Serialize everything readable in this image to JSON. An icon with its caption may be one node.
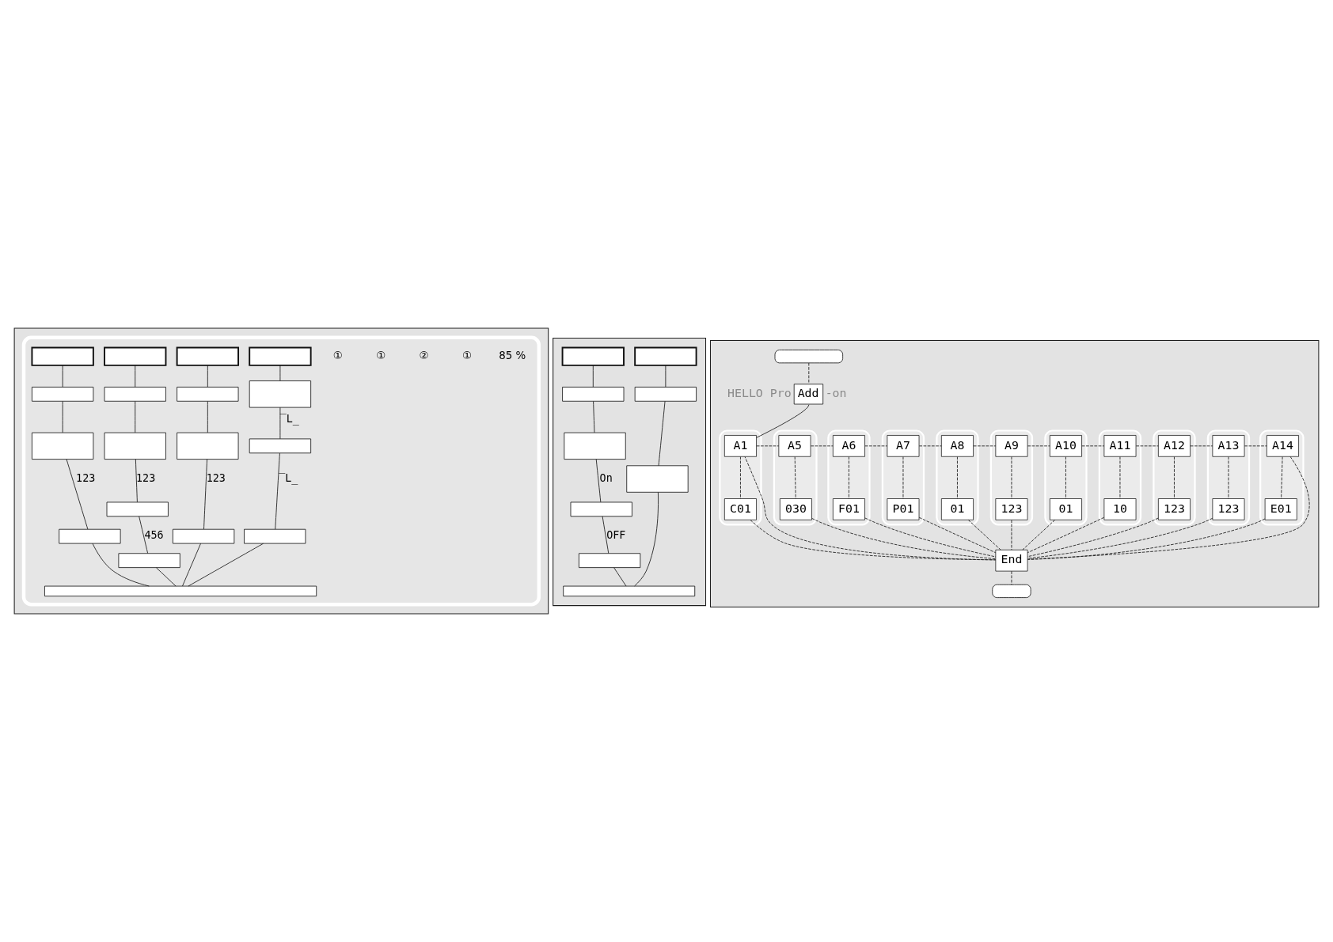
{
  "diagram": {
    "nodes": [
      {
        "text": [],
        "shape": "box"
      },
      {
        "text": [],
        "shape": "box",
        "in": 0
      },
      {
        "text": [],
        "shape": "box",
        "in": 1
      },
      {
        "text": [],
        "shape": "box",
        "in": 1
      },
      {
        "text": [],
        "shape": "box",
        "in": 1
      },
      {
        "text": [],
        "shape": "box",
        "in": 1
      },
      {
        "text": [],
        "shape": "box",
        "in": 1
      },
      {
        "text": [],
        "shape": "box",
        "in": 1
      },
      {
        "text": [],
        "shape": "box",
        "in": 1
      },
      {
        "text": [],
        "shape": "box",
        "in": 1
      },
      {
        "text": [],
        "shape": "box",
        "in": 1
      },
      {
        "text": [],
        "shape": "box",
        "in": 1
      },
      {
        "text": [],
        "shape": "box",
        "in": 1
      },
      {
        "text": [],
        "shape": "box",
        "in": 1
      },
      {
        "text": [],
        "shape": "box",
        "in": 1
      },
      {
        "text": [],
        "shape": "box",
        "in": 1
      },
      {
        "text": [],
        "shape": "box",
        "in": 1
      },
      {
        "text": [],
        "shape": "box",
        "in": 1
      },
      {
        "text": [],
        "shape": "box",
        "in": 1
      },
      {
        "text": [],
        "shape": "box",
        "in": 1
      },
      {
        "text": [],
        "shape": "box"
      },
      {
        "text": [],
        "shape": "box",
        "in": 20
      },
      {
        "text": [],
        "shape": "box",
        "in": 20
      },
      {
        "text": [],
        "shape": "box",
        "in": 20
      },
      {
        "text": [],
        "shape": "box",
        "in": 20
      },
      {
        "text": [],
        "shape": "box",
        "in": 20
      },
      {
        "text": [],
        "shape": "box",
        "in": 20
      },
      {
        "text": [],
        "shape": "box",
        "in": 20
      },
      {
        "text": [],
        "shape": "box",
        "in": 20
      },
      {
        "text": [],
        "shape": "box",
        "in": 20
      },
      {
        "text": [],
        "shape": "box"
      },
      {
        "text": [],
        "shape": "pill",
        "in": 30
      },
      {
        "text": [
          "Add"
        ],
        "beside": [
          "HELLO Pro",
          "-on"
        ],
        "in": 30
      },
      {
        "text": [],
        "shape": "box",
        "in": 30
      },
      {
        "text": [
          "A1"
        ],
        "in": 33
      },
      {
        "text": [
          "C01"
        ],
        "in": 33
      },
      {
        "text": [],
        "shape": "box",
        "in": 30
      },
      {
        "text": [
          "A5"
        ],
        "in": 36
      },
      {
        "text": [
          "030"
        ],
        "in": 36
      },
      {
        "text": [],
        "shape": "box",
        "in": 30
      },
      {
        "text": [
          "A6"
        ],
        "in": 39
      },
      {
        "text": [
          "F01"
        ],
        "in": 39
      },
      {
        "text": [],
        "shape": "box",
        "in": 30
      },
      {
        "text": [
          "A7"
        ],
        "in": 42
      },
      {
        "text": [
          "P01"
        ],
        "in": 42
      },
      {
        "text": [],
        "shape": "box",
        "in": 30
      },
      {
        "text": [
          "A8"
        ],
        "in": 45
      },
      {
        "text": [
          "01"
        ],
        "in": 45
      },
      {
        "text": [],
        "shape": "box",
        "in": 30
      },
      {
        "text": [
          "A9"
        ],
        "in": 48
      },
      {
        "text": [
          "123"
        ],
        "in": 48
      },
      {
        "text": [],
        "shape": "box",
        "in": 30
      },
      {
        "text": [
          "A10"
        ],
        "in": 51
      },
      {
        "text": [
          "01"
        ],
        "in": 51
      },
      {
        "text": [],
        "shape": "box",
        "in": 30
      },
      {
        "text": [
          "A11"
        ],
        "in": 54
      },
      {
        "text": [
          "10"
        ],
        "in": 54
      },
      {
        "text": [],
        "shape": "box",
        "in": 30
      },
      {
        "text": [
          "A12"
        ],
        "in": 57
      },
      {
        "text": [
          "123"
        ],
        "in": 57
      },
      {
        "text": [],
        "shape": "box",
        "in": 30
      },
      {
        "text": [
          "A13"
        ],
        "in": 60
      },
      {
        "text": [
          "123"
        ],
        "in": 60
      },
      {
        "text": [],
        "shape": "box",
        "in": 30
      },
      {
        "text": [
          "A14"
        ],
        "in": 63
      },
      {
        "text": [
          "E01"
        ],
        "in": 63
      },
      {
        "text": [
          "End"
        ],
        "in": 30
      },
      {
        "text": [],
        "shape": "pill",
        "in": 30
      }
    ],
    "edges": [
      {
        "from": 2,
        "to": 3,
        "arrow": "none"
      },
      {
        "from": 3,
        "to": 4,
        "arrow": "none"
      },
      {
        "from": 4,
        "to": 5,
        "arrow": "none",
        "label": "123"
      },
      {
        "from": 5,
        "to": 19,
        "arrow": "none"
      },
      {
        "from": 6,
        "to": 7,
        "arrow": "none"
      },
      {
        "from": 7,
        "to": 8,
        "arrow": "none"
      },
      {
        "from": 8,
        "to": 9,
        "arrow": "none",
        "label": "123"
      },
      {
        "from": 9,
        "to": 10,
        "arrow": "none",
        "label": "456"
      },
      {
        "from": 10,
        "to": 19,
        "arrow": "none"
      },
      {
        "from": 11,
        "to": 12,
        "arrow": "none"
      },
      {
        "from": 12,
        "to": 13,
        "arrow": "none"
      },
      {
        "from": 13,
        "to": 14,
        "arrow": "none",
        "label": "123"
      },
      {
        "from": 14,
        "to": 19,
        "arrow": "none"
      },
      {
        "from": 15,
        "to": 16,
        "arrow": "none"
      },
      {
        "from": 16,
        "to": 17,
        "arrow": "none",
        "label": "‾L_"
      },
      {
        "from": 17,
        "to": 18,
        "arrow": "none",
        "label": "‾L_"
      },
      {
        "from": 18,
        "to": 19,
        "arrow": "none"
      },
      {
        "from": 21,
        "to": 22,
        "arrow": "none"
      },
      {
        "from": 22,
        "to": 23,
        "arrow": "none"
      },
      {
        "from": 23,
        "to": 24,
        "arrow": "none",
        "label": "On"
      },
      {
        "from": 24,
        "to": 25,
        "arrow": "none",
        "label": "OFF"
      },
      {
        "from": 25,
        "to": 29,
        "arrow": "none"
      },
      {
        "from": 26,
        "to": 27,
        "arrow": "none"
      },
      {
        "from": 27,
        "to": 28,
        "arrow": "none"
      },
      {
        "from": 28,
        "to": 29,
        "arrow": "none"
      },
      {
        "from": 31,
        "to": 32,
        "arrow": "none",
        "style": "dashed"
      },
      {
        "from": 32,
        "to": 34,
        "arrow": "none"
      },
      {
        "from": 34,
        "to": 37,
        "arrow": "none",
        "style": "dashed"
      },
      {
        "from": 37,
        "to": 40,
        "arrow": "none",
        "style": "dashed"
      },
      {
        "from": 40,
        "to": 43,
        "arrow": "none",
        "style": "dashed"
      },
      {
        "from": 43,
        "to": 46,
        "arrow": "none",
        "style": "dashed"
      },
      {
        "from": 46,
        "to": 49,
        "arrow": "none",
        "style": "dashed"
      },
      {
        "from": 49,
        "to": 52,
        "arrow": "none",
        "style": "dashed"
      },
      {
        "from": 52,
        "to": 55,
        "arrow": "none",
        "style": "dashed"
      },
      {
        "from": 55,
        "to": 58,
        "arrow": "none",
        "style": "dashed"
      },
      {
        "from": 58,
        "to": 61,
        "arrow": "none",
        "style": "dashed"
      },
      {
        "from": 61,
        "to": 64,
        "arrow": "none",
        "style": "dashed"
      },
      {
        "from": 34,
        "to": 35,
        "arrow": "none",
        "style": "dashed"
      },
      {
        "from": 37,
        "to": 38,
        "arrow": "none",
        "style": "dashed"
      },
      {
        "from": 40,
        "to": 41,
        "arrow": "none",
        "style": "dashed"
      },
      {
        "from": 43,
        "to": 44,
        "arrow": "none",
        "style": "dashed"
      },
      {
        "from": 46,
        "to": 47,
        "arrow": "none",
        "style": "dashed"
      },
      {
        "from": 49,
        "to": 50,
        "arrow": "none",
        "style": "dashed"
      },
      {
        "from": 52,
        "to": 53,
        "arrow": "none",
        "style": "dashed"
      },
      {
        "from": 55,
        "to": 56,
        "arrow": "none",
        "style": "dashed"
      },
      {
        "from": 58,
        "to": 59,
        "arrow": "none",
        "style": "dashed"
      },
      {
        "from": 61,
        "to": 62,
        "arrow": "none",
        "style": "dashed"
      },
      {
        "from": 64,
        "to": 65,
        "arrow": "none",
        "style": "dashed"
      },
      {
        "from": 35,
        "to": 66,
        "arrow": "none",
        "style": "dashed"
      },
      {
        "from": 38,
        "to": 66,
        "arrow": "none",
        "style": "dashed"
      },
      {
        "from": 41,
        "to": 66,
        "arrow": "none",
        "style": "dashed"
      },
      {
        "from": 44,
        "to": 66,
        "arrow": "none",
        "style": "dashed"
      },
      {
        "from": 47,
        "to": 66,
        "arrow": "none",
        "style": "dashed"
      },
      {
        "from": 50,
        "to": 66,
        "arrow": "none",
        "style": "dashed"
      },
      {
        "from": 53,
        "to": 66,
        "arrow": "none",
        "style": "dashed"
      },
      {
        "from": 56,
        "to": 66,
        "arrow": "none",
        "style": "dashed"
      },
      {
        "from": 59,
        "to": 66,
        "arrow": "none",
        "style": "dashed"
      },
      {
        "from": 62,
        "to": 66,
        "arrow": "none",
        "style": "dashed"
      },
      {
        "from": 65,
        "to": 66,
        "arrow": "none",
        "style": "dashed"
      },
      {
        "from": 64,
        "to": 66,
        "arrow": "none",
        "style": "dashed"
      },
      {
        "from": 66,
        "to": 34,
        "arrow": "none",
        "style": "dashed"
      },
      {
        "from": 66,
        "to": 67,
        "arrow": "none",
        "style": "dashed"
      }
    ],
    "labels": [
      "①",
      "①",
      "②",
      "①",
      "85 %"
    ]
  }
}
